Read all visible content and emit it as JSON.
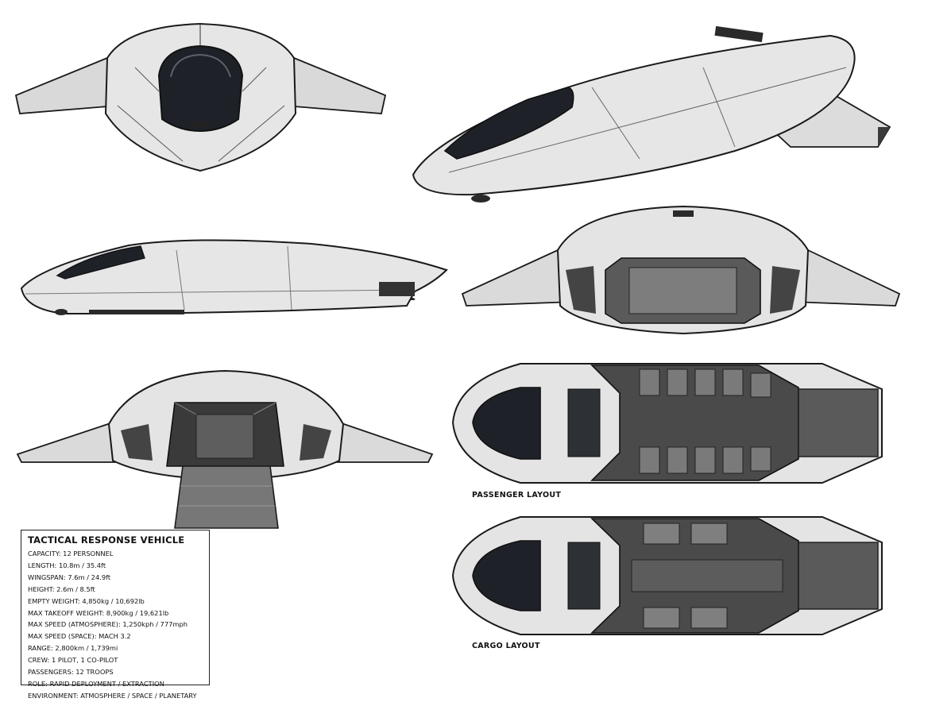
{
  "specs": {
    "title": "TACTICAL RESPONSE VEHICLE",
    "rows": [
      "CAPACITY: 12 PERSONNEL",
      "LENGTH: 10.8m / 35.4ft",
      "WINGSPAN: 7.6m / 24.9ft",
      "HEIGHT: 2.6m / 8.5ft",
      "EMPTY WEIGHT: 4,850kg / 10,692lb",
      "MAX TAKEOFF WEIGHT: 8,900kg / 19,621lb",
      "MAX SPEED (ATMOSPHERE): 1,250kph / 777mph",
      "MAX SPEED (SPACE): MACH 3.2",
      "RANGE: 2,800km / 1,739mi",
      "CREW: 1 PILOT, 1 CO-PILOT",
      "PASSENGERS: 12 TROOPS",
      "ROLE: RAPID DEPLOYMENT / EXTRACTION",
      "ENVIRONMENT: ATMOSPHERE / SPACE / PLANETARY"
    ]
  },
  "captions": {
    "passenger": "PASSENGER LAYOUT",
    "cargo": "CARGO LAYOUT"
  },
  "colors": {
    "hull": "#e4e4e4",
    "hull_shadow": "#bdbdbd",
    "line": "#1a1a1a",
    "canopy": "#1e2228",
    "interior": "#6e6e6e"
  }
}
